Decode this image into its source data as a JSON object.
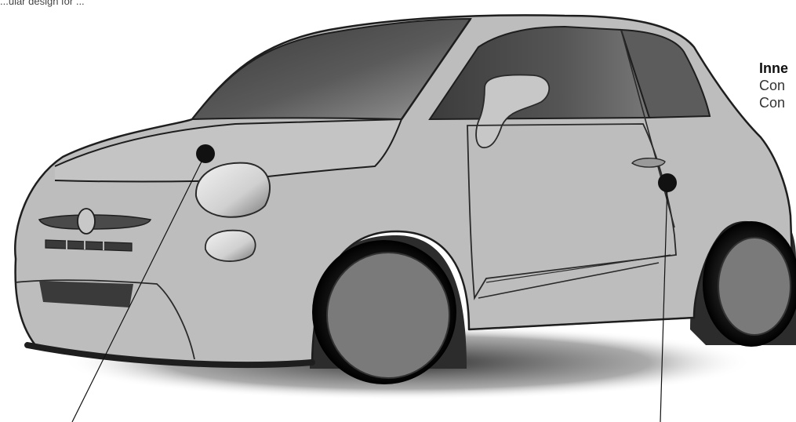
{
  "header": {
    "caption": "...ular design for ..."
  },
  "callout": {
    "title": "Inne",
    "lines": [
      "Con",
      "Con"
    ]
  },
  "colors": {
    "body": "#b8b8b8",
    "outline": "#1e1e1e",
    "window": "#4a4a4a",
    "tire": "#1a1a1a",
    "rim": "#7a7a7a",
    "shadow": "#2a2a2a",
    "marker": "#111111"
  },
  "markers": [
    {
      "name": "hood-marker",
      "label": ""
    },
    {
      "name": "door-marker",
      "label": ""
    }
  ]
}
